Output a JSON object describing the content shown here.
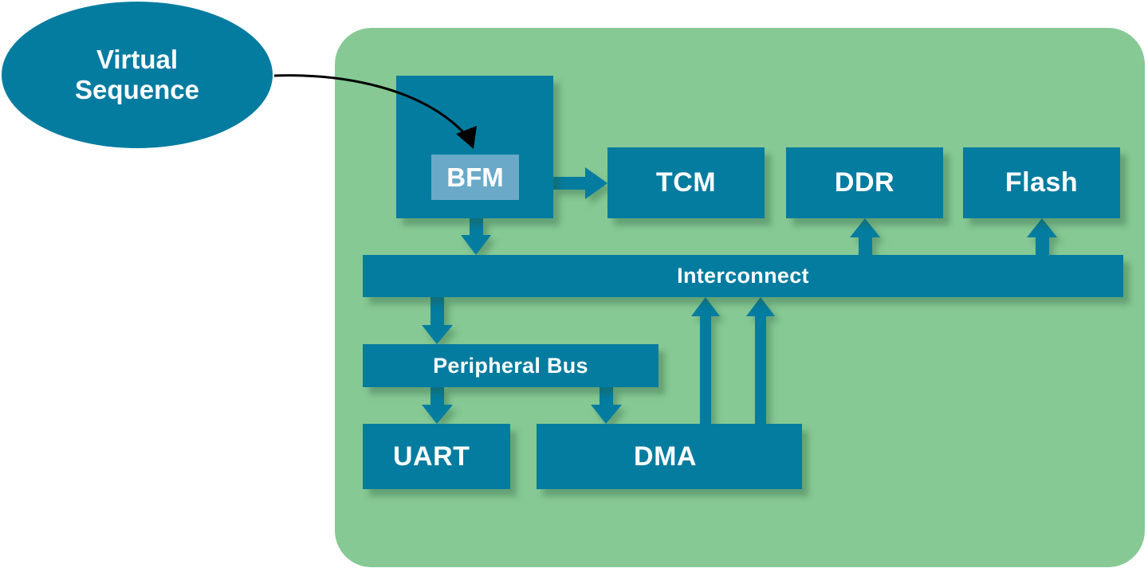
{
  "diagram": {
    "source_node": {
      "label_line1": "Virtual",
      "label_line2": "Sequence"
    },
    "cpu_block": {
      "inner_label": "BFM"
    },
    "memories": [
      {
        "label": "TCM"
      },
      {
        "label": "DDR"
      },
      {
        "label": "Flash"
      }
    ],
    "interconnect": {
      "label": "Interconnect"
    },
    "peripheral_bus": {
      "label": "Peripheral Bus"
    },
    "peripherals": [
      {
        "label": "UART"
      },
      {
        "label": "DMA"
      }
    ],
    "edges": [
      {
        "from": "Virtual Sequence",
        "to": "BFM",
        "style": "curved-black"
      },
      {
        "from": "BFM",
        "to": "TCM"
      },
      {
        "from": "BFM",
        "to": "Interconnect"
      },
      {
        "from": "Interconnect",
        "to": "DDR"
      },
      {
        "from": "Interconnect",
        "to": "Flash"
      },
      {
        "from": "Interconnect",
        "to": "Peripheral Bus"
      },
      {
        "from": "Peripheral Bus",
        "to": "UART"
      },
      {
        "from": "Peripheral Bus",
        "to": "DMA"
      },
      {
        "from": "DMA",
        "to": "Interconnect"
      },
      {
        "from": "DMA",
        "to": "Interconnect"
      }
    ],
    "colors": {
      "block": "#047ca0",
      "bfm": "#6aa9c8",
      "panel": "#86c994",
      "text": "#ffffff",
      "sequence_arrow": "#000000"
    }
  }
}
